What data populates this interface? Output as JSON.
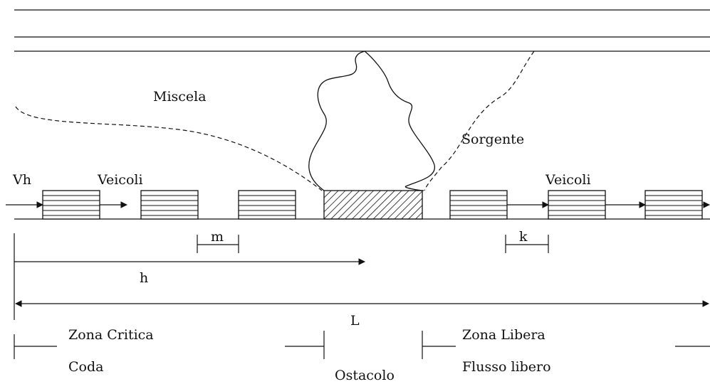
{
  "labels": {
    "miscela": "Miscela",
    "sorgente": "Sorgente",
    "vh": "Vh",
    "veicoli_left": "Veicoli",
    "veicoli_right": "Veicoli",
    "m": "m",
    "k": "k",
    "h": "h",
    "L": "L",
    "zona_critica": "Zona Critica",
    "zona_libera": "Zona Libera",
    "coda": "Coda",
    "ostacolo": "Ostacolo",
    "flusso_libero": "Flusso libero"
  },
  "colors": {
    "stroke": "#111111",
    "background": "#ffffff"
  }
}
